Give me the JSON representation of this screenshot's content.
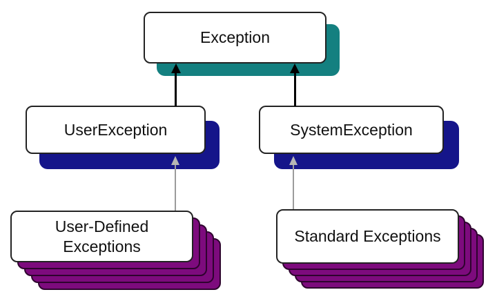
{
  "colors": {
    "canvas-bg": "#ffffff",
    "teal-shadow": "#148080",
    "navy-shadow": "#15158a",
    "purple-stack": "#7d0b7d",
    "purple-stack-border": "#2e032e",
    "card-bg": "#ffffff",
    "card-border": "#222222",
    "text": "#111111",
    "black-arrow": "#000000",
    "gray-arrow-line": "#9b9b9b",
    "gray-arrow-head": "#b5b5b5"
  },
  "diagram": {
    "type": "hierarchy",
    "nodes": {
      "exception": {
        "label": "Exception"
      },
      "user_exception": {
        "label": "UserException"
      },
      "system_exception": {
        "label": "SystemException"
      },
      "user_defined_exceptions": {
        "lines": [
          "User-Defined",
          "Exceptions"
        ]
      },
      "standard_exceptions": {
        "label": "Standard Exceptions"
      }
    },
    "edges": [
      {
        "from": "UserException",
        "to": "Exception",
        "style": "black-arrow"
      },
      {
        "from": "SystemException",
        "to": "Exception",
        "style": "black-arrow"
      },
      {
        "from": "User-Defined Exceptions",
        "to": "UserException",
        "style": "gray-arrow"
      },
      {
        "from": "Standard Exceptions",
        "to": "SystemException",
        "style": "gray-arrow"
      }
    ]
  }
}
